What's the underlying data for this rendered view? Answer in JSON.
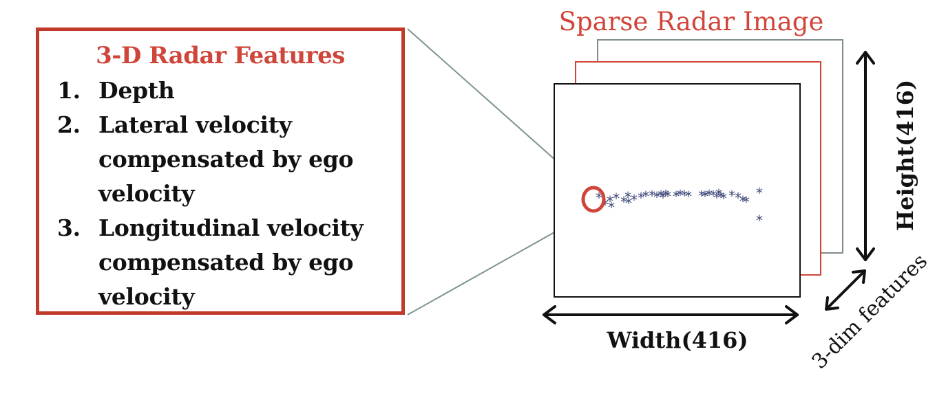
{
  "feature_box": {
    "title": "3-D Radar Features",
    "items": [
      {
        "number": "1.",
        "text": "Depth"
      },
      {
        "number": "2.",
        "text": "Lateral velocity compensated by ego velocity"
      },
      {
        "number": "3.",
        "text": "Longitudinal velocity compensated by ego velocity"
      }
    ]
  },
  "radar_image": {
    "title": "Sparse Radar Image",
    "width_label": "Width(416)",
    "height_label": "Height(416)",
    "depth_label": "3-dim features",
    "point_marker": "*"
  },
  "colors": {
    "accent_red": "#c0392b",
    "title_red": "#d0453a",
    "back_layer": "#7f8c8d",
    "connector": "#7f9393",
    "points": "#3d4778",
    "text": "#111111"
  }
}
